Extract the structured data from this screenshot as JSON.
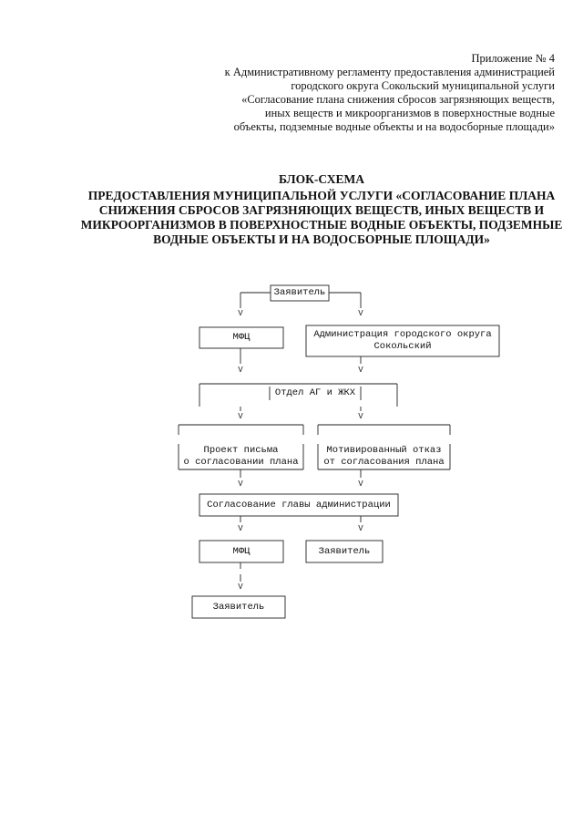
{
  "appendix": {
    "lines": [
      "Приложение № 4",
      "к Административному регламенту предоставления администрацией",
      "городского округа Сокольский муниципальной услуги",
      "«Согласование плана снижения сбросов загрязняющих веществ,",
      "иных веществ и микроорганизмов в поверхностные водные",
      "объекты, подземные водные объекты и на водосборные площади»"
    ]
  },
  "heading": {
    "title": "БЛОК-СХЕМА",
    "lines": [
      "ПРЕДОСТАВЛЕНИЯ МУНИЦИПАЛЬНОЙ УСЛУГИ «СОГЛАСОВАНИЕ ПЛАНА",
      "СНИЖЕНИЯ СБРОСОВ ЗАГРЯЗНЯЮЩИХ ВЕЩЕСТВ, ИНЫХ ВЕЩЕСТВ И",
      "МИКРООРГАНИЗМОВ В ПОВЕРХНОСТНЫЕ ВОДНЫЕ ОБЪЕКТЫ, ПОДЗЕМНЫЕ",
      "ВОДНЫЕ ОБЪЕКТЫ И НА ВОДОСБОРНЫЕ ПЛОЩАДИ»"
    ]
  },
  "flow": {
    "arrow_glyph": "V",
    "applicant_top": "Заявитель",
    "mfc_1": "МФЦ",
    "administration": [
      "Администрация городского округа",
      "Сокольский"
    ],
    "department": "Отдел АГ и ЖКХ",
    "draft_letter": [
      "Проект письма",
      "о согласовании плана"
    ],
    "refusal": [
      "Мотивированный отказ",
      "от согласования плана"
    ],
    "head_approval": "Согласование главы администрации",
    "mfc_2": "МФЦ",
    "applicant_right": "Заявитель",
    "applicant_bottom": "Заявитель"
  }
}
